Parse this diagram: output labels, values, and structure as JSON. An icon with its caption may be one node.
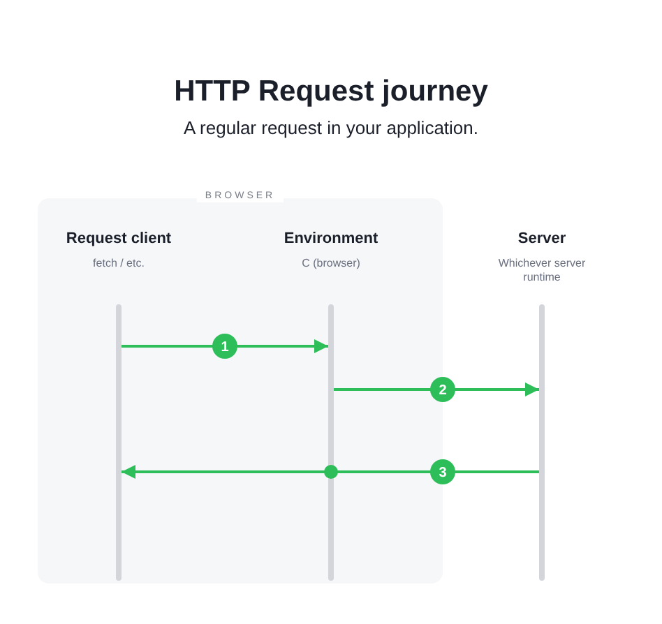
{
  "diagram": {
    "title": "HTTP Request journey",
    "caption": "A regular request in your application.",
    "nodes": [
      {
        "text": [
          "BROWSER"
        ]
      },
      {
        "text": [
          "Request client",
          "fetch / etc."
        ],
        "in": 0
      },
      {
        "text": [
          "Environment",
          "C (browser)"
        ],
        "in": 0
      },
      {
        "text": [],
        "shape": "bar",
        "in": 0
      },
      {
        "text": [],
        "shape": "bar",
        "in": 0
      },
      {
        "text": [
          "Server",
          "Whichever server runtime"
        ]
      },
      {
        "text": [],
        "shape": "bar"
      }
    ],
    "edges": [
      {
        "from": 3,
        "to": 4,
        "arrow": "to",
        "label": "1"
      },
      {
        "from": 4,
        "to": 6,
        "arrow": "to",
        "label": "2"
      },
      {
        "from": 6,
        "to": 3,
        "arrow": "to",
        "label": "3"
      }
    ]
  }
}
